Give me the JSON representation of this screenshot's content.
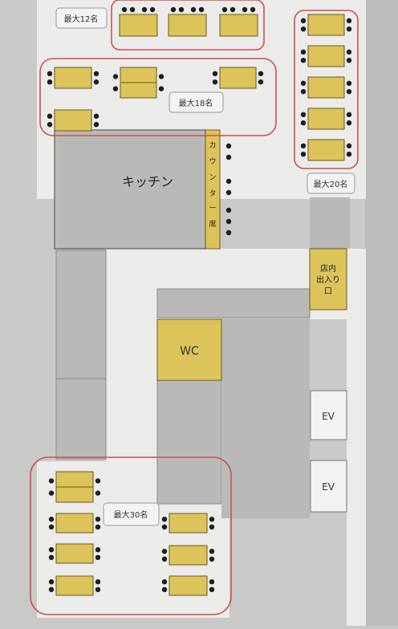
{
  "colors": {
    "screen_bg": "#c9c9c7",
    "floor": "#ebebea",
    "block": "#b9bab8",
    "table": "#dcc35a",
    "table_edge": "#6b5a1e",
    "chair": "#1e1e1e",
    "zone": "#c8524e",
    "label_bg": "#f3f3f3",
    "label_edge": "#9a9a9a"
  },
  "zones": {
    "top_left_capacity": "最大12名",
    "top_middle_capacity": "最大18名",
    "right_capacity": "最大20名",
    "bottom_capacity": "最大30名"
  },
  "rooms": {
    "kitchen": "キッチン",
    "counter": [
      "カ",
      "ウ",
      "ン",
      "タ",
      "ー",
      "席"
    ],
    "wc": "WC",
    "entrance": [
      "店内",
      "出入り",
      "口"
    ],
    "ev_top": "EV",
    "ev_bottom": "EV"
  }
}
